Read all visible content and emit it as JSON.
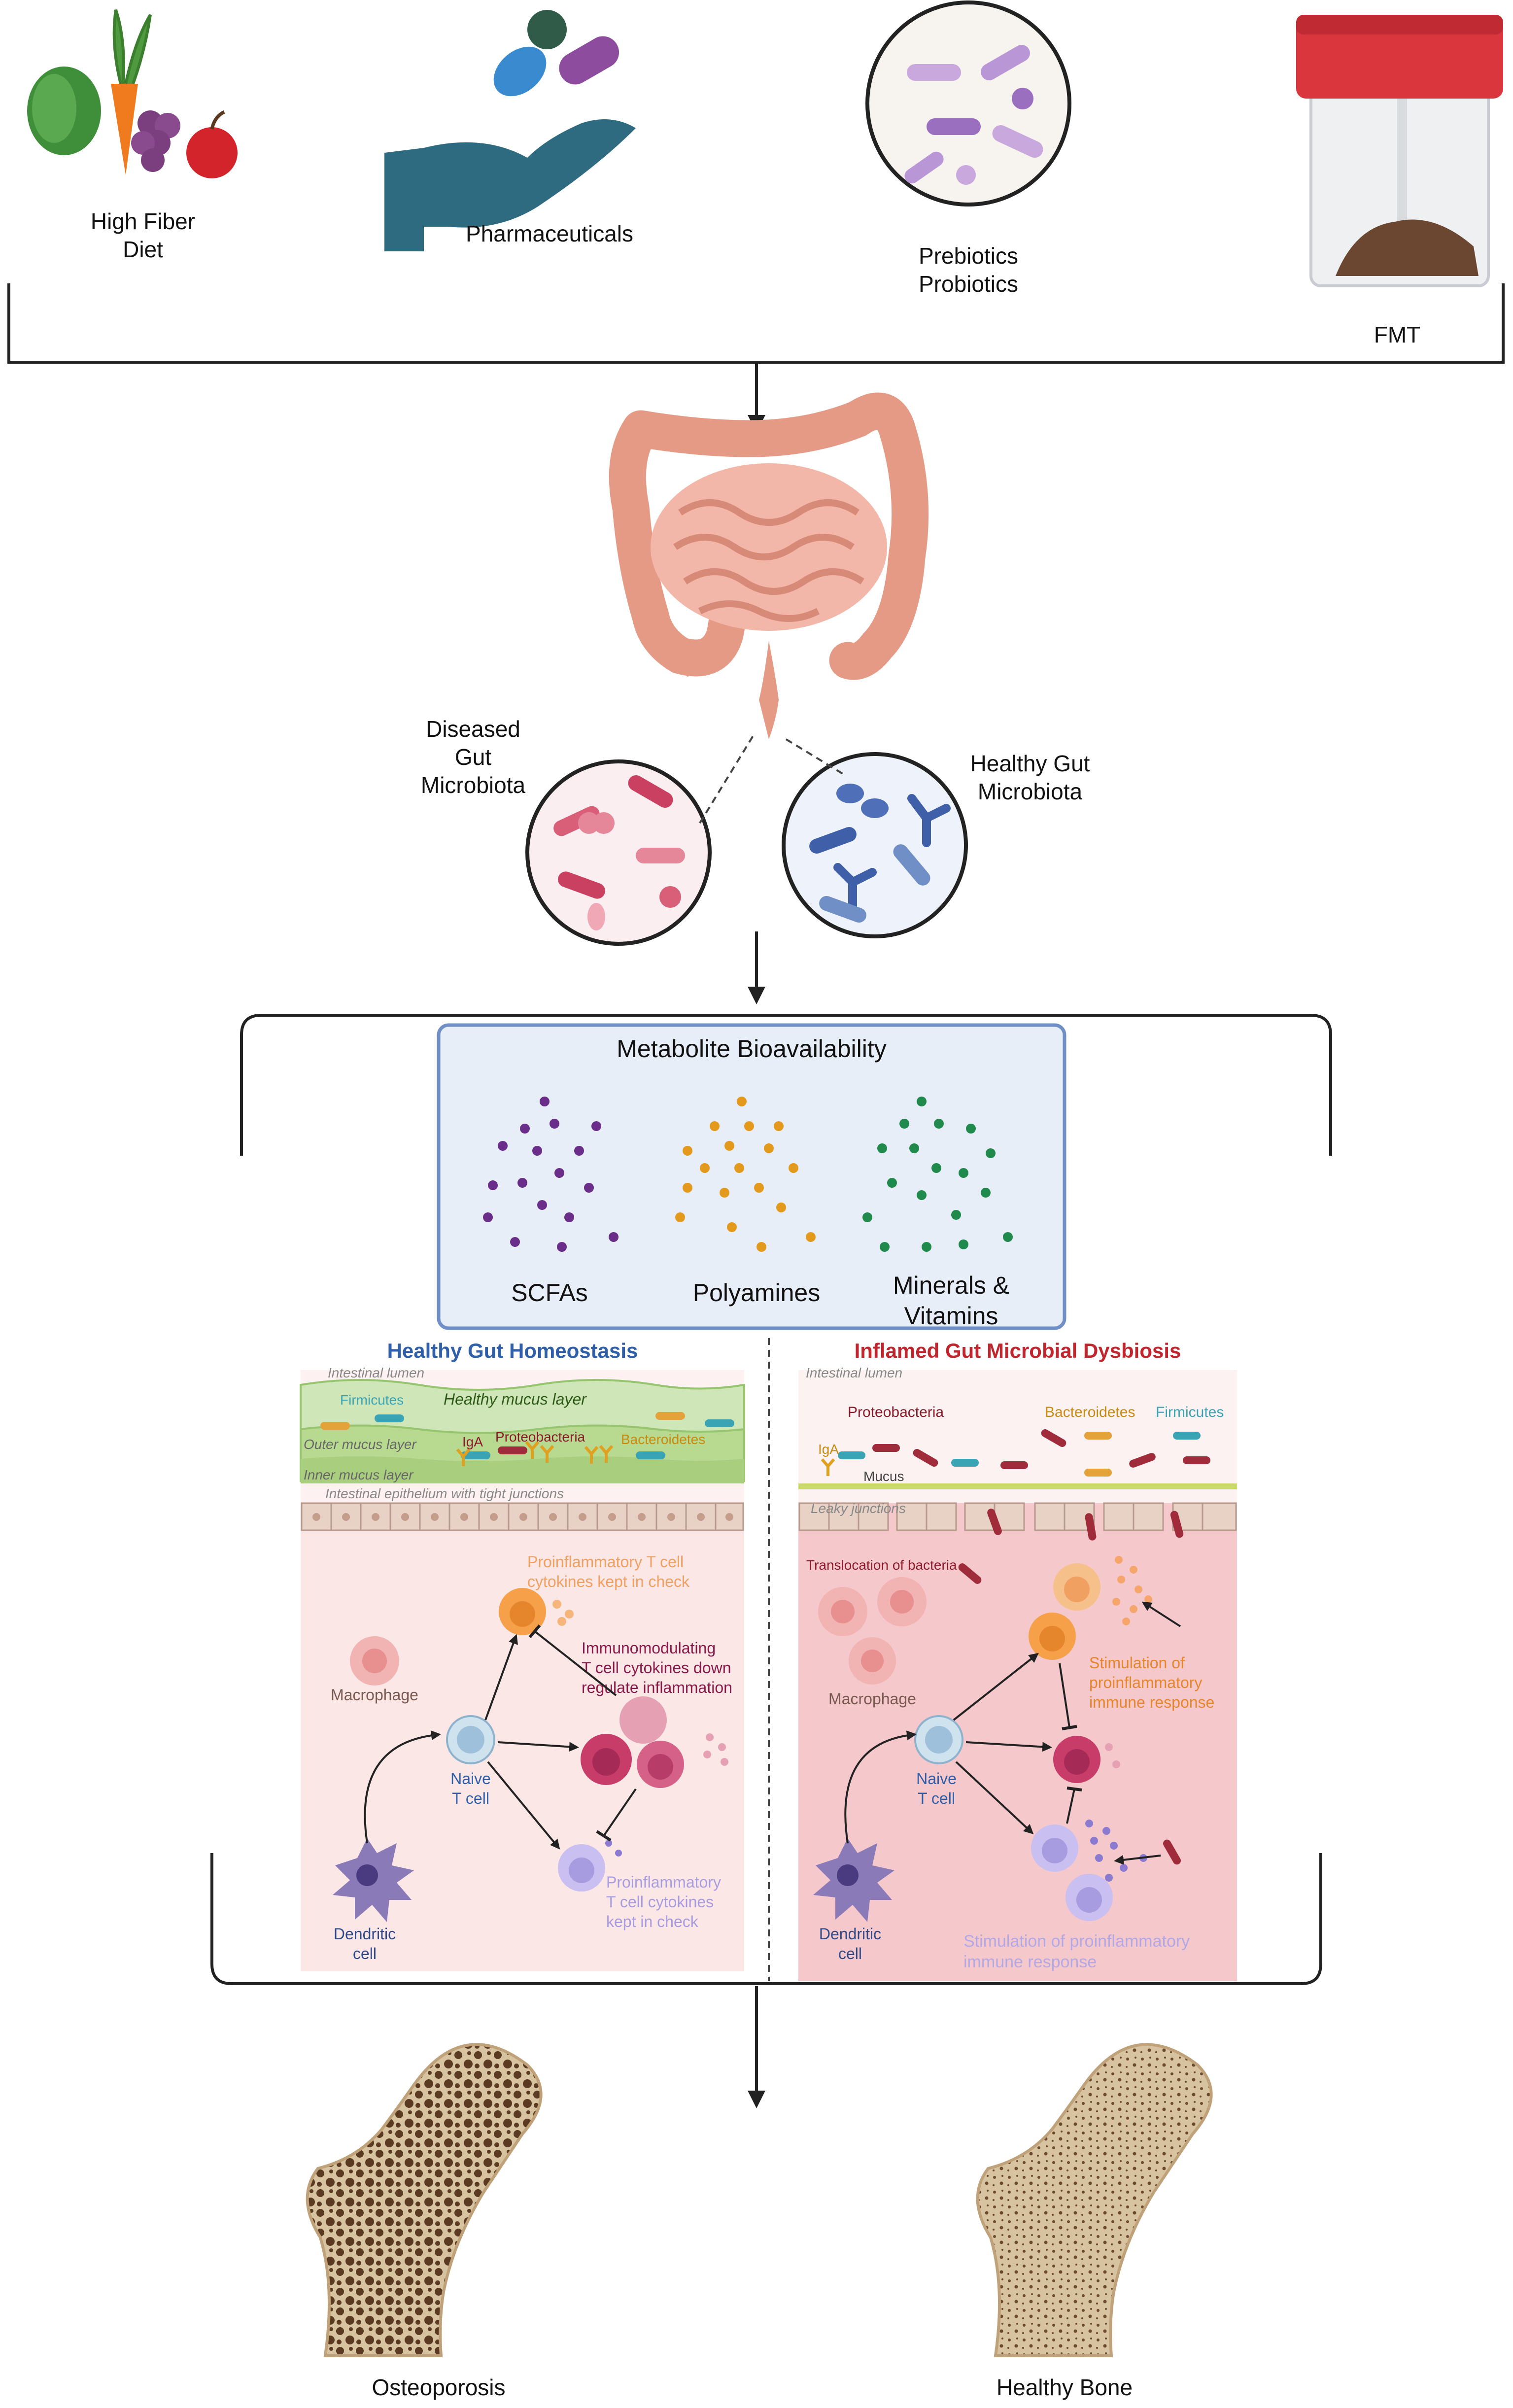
{
  "therapies": {
    "high_fiber": "High Fiber Diet",
    "high_fiber_line1": "High Fiber",
    "high_fiber_line2": "Diet",
    "pharma": "Pharmaceuticals",
    "prebiotics": "Prebiotics",
    "probiotics": "Probiotics",
    "fmt": "FMT"
  },
  "gut": {
    "diseased_line1": "Diseased",
    "diseased_line2": "Gut",
    "diseased_line3": "Microbiota",
    "healthy_line1": "Healthy Gut",
    "healthy_line2": "Microbiota"
  },
  "metabolites": {
    "title": "Metabolite Bioavailability",
    "scfas": "SCFAs",
    "polyamines": "Polyamines",
    "minerals_line1": "Minerals &",
    "minerals_line2": "Vitamins"
  },
  "healthy_panel": {
    "title": "Healthy Gut Homeostasis",
    "lumen": "Intestinal lumen",
    "firmicutes": "Firmicutes",
    "mucus_layer": "Healthy mucus layer",
    "outer_mucus": "Outer mucus layer",
    "iga": "IgA",
    "proteobacteria": "Proteobacteria",
    "bacteroidetes": "Bacteroidetes",
    "inner_mucus": "Inner mucus layer",
    "epithelium": "Intestinal epithelium with tight junctions",
    "proinflam_top_1": "Proinflammatory T cell",
    "proinflam_top_2": "cytokines kept in check",
    "immuno_1": "Immunomodulating",
    "immuno_2": "T cell cytokines down",
    "immuno_3": "regulate inflammation",
    "macrophage": "Macrophage",
    "naive_1": "Naive",
    "naive_2": "T cell",
    "proinflam_bot_1": "Proinflammatory",
    "proinflam_bot_2": "T cell cytokines",
    "proinflam_bot_3": "kept in check",
    "dendritic_1": "Dendritic",
    "dendritic_2": "cell"
  },
  "inflamed_panel": {
    "title": "Inflamed Gut Microbial Dysbiosis",
    "lumen": "Intestinal lumen",
    "proteobacteria": "Proteobacteria",
    "bacteroidetes": "Bacteroidetes",
    "firmicutes": "Firmicutes",
    "iga": "IgA",
    "mucus": "Mucus",
    "leaky": "Leaky junctions",
    "translocation": "Translocation of bacteria",
    "stim_1": "Stimulation of",
    "stim_2": "proinflammatory",
    "stim_3": "immune response",
    "macrophage": "Macrophage",
    "naive_1": "Naive",
    "naive_2": "T cell",
    "dendritic_1": "Dendritic",
    "dendritic_2": "cell",
    "stim_bot_1": "Stimulation of proinflammatory",
    "stim_bot_2": "immune response"
  },
  "bones": {
    "osteoporosis": "Osteoporosis",
    "healthy": "Healthy Bone"
  },
  "colors": {
    "scfa": "#6a2e8a",
    "polyamine": "#e39a1c",
    "mineral": "#1f8a4c",
    "healthy_title": "#2f5fa8",
    "inflamed_title": "#c0262d",
    "box_border": "#6f8fc6",
    "box_fill": "#e8eef8"
  }
}
